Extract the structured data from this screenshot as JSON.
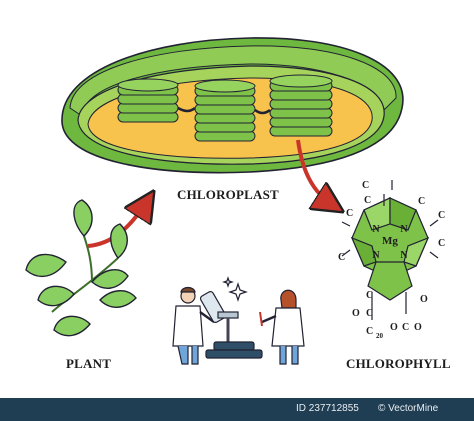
{
  "labels": {
    "chloroplast": "CHLOROPLAST",
    "plant": "PLANT",
    "chlorophyll": "CHLOROPHYLL"
  },
  "molecule": {
    "metal": "Mg",
    "nitrogen": "N",
    "carbon": "C",
    "oxygen": "O",
    "tail_subscript": "20"
  },
  "footer": {
    "id_text": "ID 237712855",
    "credit_text": "© VectorMine"
  },
  "colors": {
    "outer_membrane": "#6eb83f",
    "inner_membrane": "#a6d35b",
    "stroma": "#f7c34c",
    "thylakoid": "#7fc24a",
    "arrow": "#c9352b",
    "leaf": "#8acf62",
    "chlorophyll": "#7fc24a",
    "footer_bg": "#1f3d53"
  }
}
